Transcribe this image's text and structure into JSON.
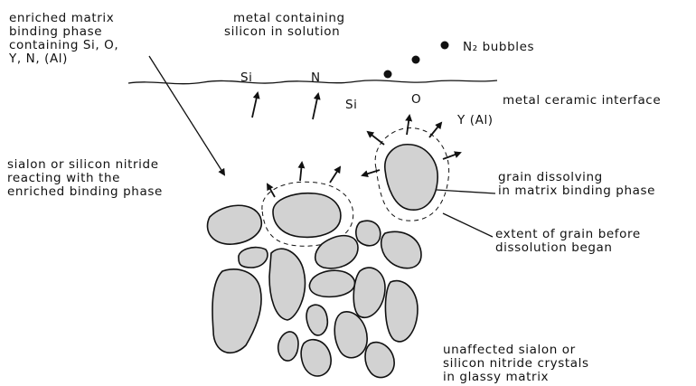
{
  "labels": {
    "enriched_phase": [
      "enriched matrix",
      "binding phase",
      "containing Si, O,",
      "Y, N, (Al)"
    ],
    "metal_solution": [
      "metal containing",
      "silicon in solution"
    ],
    "bubbles": "N₂ bubbles",
    "si_left": "Si",
    "n_left": "N",
    "interface": "metal ceramic interface",
    "si_right": "Si",
    "o_right": "O",
    "y_al": "Y (Al)",
    "sialon_reacting": [
      "sialon or silicon nitride",
      "reacting with the",
      "enriched binding phase"
    ],
    "grain_dissolving": [
      "grain dissolving",
      "in matrix binding phase"
    ],
    "extent_grain": [
      "extent of grain before",
      "dissolution began"
    ],
    "unaffected": [
      "unaffected sialon or",
      "silicon nitride crystals",
      "in glassy matrix"
    ]
  }
}
